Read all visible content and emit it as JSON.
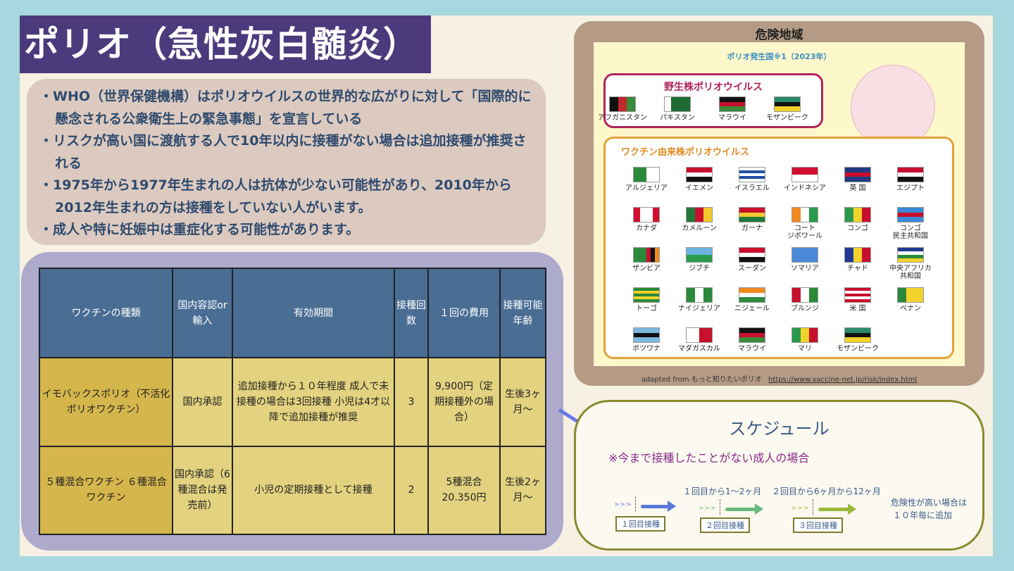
{
  "title": "ポリオ（急性灰白髄炎）",
  "bullets": [
    "・WHO（世界保健機構）はポリオウイルスの世界的な広がりに対して「国際的に懸念される公衆衛生上の緊急事態」を宣言している",
    "・リスクが高い国に渡航する人で10年以内に接種がない場合は追加接種が推奨される",
    "・1975年から1977年生まれの人は抗体が少ない可能性があり、2010年から2012年生まれの方は接種をしていない人がいます。",
    "・成人や特に妊娠中は重症化する可能性があります。"
  ],
  "table": {
    "headers": [
      "ワクチンの種類",
      "国内容認or輸入",
      "有効期間",
      "接種回数",
      "１回の費用",
      "接種可能年齢"
    ],
    "rows": [
      [
        "イモバックスポリオ（不活化ポリオワクチン）",
        "国内承認",
        "追加接種から１０年程度 成人で未接種の場合は3回接種 小児は4才以降で追加接種が推奨",
        "3",
        "9,900円（定期接種外の場合）",
        "生後3ヶ月〜"
      ],
      [
        "５種混合ワクチン ６種混合ワクチン",
        "国内承認（6種混合は発売前）",
        "小児の定期接種として接種",
        "2",
        "5種混合 20.350円",
        "生後2ヶ月〜"
      ]
    ]
  },
  "danger": {
    "title": "危険地域",
    "subtitle": "ポリオ発生国※1（2023年）",
    "wild_title": "野生株ポリオウイルス",
    "wild": [
      {
        "name": "アフガニスタン",
        "dir": "v",
        "colors": [
          "#111",
          "#c0272d",
          "#3a8a3a"
        ]
      },
      {
        "name": "パキスタン",
        "dir": "v",
        "colors": [
          "#fff",
          "#1f6b35",
          "#1f6b35",
          "#1f6b35"
        ]
      },
      {
        "name": "マラウイ",
        "dir": "h",
        "colors": [
          "#111",
          "#c8102e",
          "#3a8a3a"
        ]
      },
      {
        "name": "モザンビーク",
        "dir": "h",
        "colors": [
          "#2a8a6a",
          "#111",
          "#f2d22c"
        ]
      }
    ],
    "vdpv_title": "ワクチン由来株ポリオウイルス",
    "vdpv": [
      {
        "name": "アルジェリア",
        "dir": "v",
        "colors": [
          "#2a8a3a",
          "#fff"
        ]
      },
      {
        "name": "イエメン",
        "dir": "h",
        "colors": [
          "#c8102e",
          "#fff",
          "#111"
        ]
      },
      {
        "name": "イスラエル",
        "dir": "h",
        "colors": [
          "#fff",
          "#1f4fa0",
          "#fff",
          "#1f4fa0",
          "#fff"
        ]
      },
      {
        "name": "インドネシア",
        "dir": "h",
        "colors": [
          "#d0102e",
          "#fff"
        ]
      },
      {
        "name": "英 国",
        "dir": "h",
        "colors": [
          "#1f3a80",
          "#c8102e",
          "#1f3a80"
        ]
      },
      {
        "name": "エジプト",
        "dir": "h",
        "colors": [
          "#c8102e",
          "#fff",
          "#111"
        ]
      },
      {
        "name": "カナダ",
        "dir": "v",
        "colors": [
          "#d0102e",
          "#fff",
          "#fff",
          "#d0102e"
        ]
      },
      {
        "name": "カメルーン",
        "dir": "v",
        "colors": [
          "#1f7a3a",
          "#c8102e",
          "#f2c82c"
        ]
      },
      {
        "name": "ガーナ",
        "dir": "h",
        "colors": [
          "#c8102e",
          "#f2c82c",
          "#1f7a3a"
        ]
      },
      {
        "name": "コート\nジボワール",
        "dir": "v",
        "colors": [
          "#f08a20",
          "#fff",
          "#2a9a4a"
        ]
      },
      {
        "name": "コンゴ",
        "dir": "v",
        "colors": [
          "#2a9a4a",
          "#f2d22c",
          "#c8102e"
        ]
      },
      {
        "name": "コンゴ\n民主共和国",
        "dir": "h",
        "colors": [
          "#3a8ad8",
          "#c8102e",
          "#3a8ad8"
        ]
      },
      {
        "name": "ザンビア",
        "dir": "v",
        "colors": [
          "#2a8a3a",
          "#2a8a3a",
          "#2a8a3a",
          "#c8102e",
          "#111",
          "#f08a20"
        ]
      },
      {
        "name": "ジブチ",
        "dir": "h",
        "colors": [
          "#6ab2e0",
          "#2a9a4a"
        ]
      },
      {
        "name": "スーダン",
        "dir": "h",
        "colors": [
          "#c8102e",
          "#fff",
          "#111"
        ]
      },
      {
        "name": "ソマリア",
        "dir": "h",
        "colors": [
          "#4a8ad8"
        ]
      },
      {
        "name": "チャド",
        "dir": "v",
        "colors": [
          "#1f3a90",
          "#f2d22c",
          "#c8102e"
        ]
      },
      {
        "name": "中央アフリカ\n共和国",
        "dir": "h",
        "colors": [
          "#1f3a90",
          "#fff",
          "#2a8a3a",
          "#f2d22c"
        ]
      },
      {
        "name": "トーゴ",
        "dir": "h",
        "colors": [
          "#2a8a3a",
          "#f2d22c",
          "#2a8a3a",
          "#f2d22c",
          "#2a8a3a"
        ]
      },
      {
        "name": "ナイジェリア",
        "dir": "v",
        "colors": [
          "#2a8a3a",
          "#fff",
          "#2a8a3a"
        ]
      },
      {
        "name": "ニジェール",
        "dir": "h",
        "colors": [
          "#f08a20",
          "#fff",
          "#2a8a3a"
        ]
      },
      {
        "name": "ブルンジ",
        "dir": "v",
        "colors": [
          "#c8102e",
          "#fff",
          "#2a8a3a"
        ]
      },
      {
        "name": "米 国",
        "dir": "h",
        "colors": [
          "#c8102e",
          "#fff",
          "#c8102e",
          "#fff",
          "#c8102e"
        ]
      },
      {
        "name": "ベナン",
        "dir": "v",
        "colors": [
          "#2a8a3a",
          "#f2d22c",
          "#f2d22c"
        ]
      },
      {
        "name": "ボツワナ",
        "dir": "h",
        "colors": [
          "#7ab8e0",
          "#111",
          "#7ab8e0"
        ]
      },
      {
        "name": "マダガスカル",
        "dir": "v",
        "colors": [
          "#fff",
          "#c8102e"
        ]
      },
      {
        "name": "マラウイ",
        "dir": "h",
        "colors": [
          "#111",
          "#c8102e",
          "#3a8a3a"
        ]
      },
      {
        "name": "マリ",
        "dir": "v",
        "colors": [
          "#2a9a4a",
          "#f2d22c",
          "#c8102e"
        ]
      },
      {
        "name": "モザンビーク",
        "dir": "h",
        "colors": [
          "#2a8a6a",
          "#111",
          "#f2d22c"
        ]
      }
    ],
    "caption": "adapted from もっと知りたいポリオ",
    "url": "https://www.vaccine-net.jp/risk/index.html"
  },
  "schedule": {
    "title": "スケジュール",
    "subtitle": "※今まで接種したことがない成人の場合",
    "interval1": "１回目から1〜2ヶ月",
    "interval2": "２回目から6ヶ月から12ヶ月",
    "dose1": "１回目接種",
    "dose2": "２回目接種",
    "dose3": "３回目接種",
    "note1": "危険性が高い場合は",
    "note2": "１０年毎に追加"
  }
}
